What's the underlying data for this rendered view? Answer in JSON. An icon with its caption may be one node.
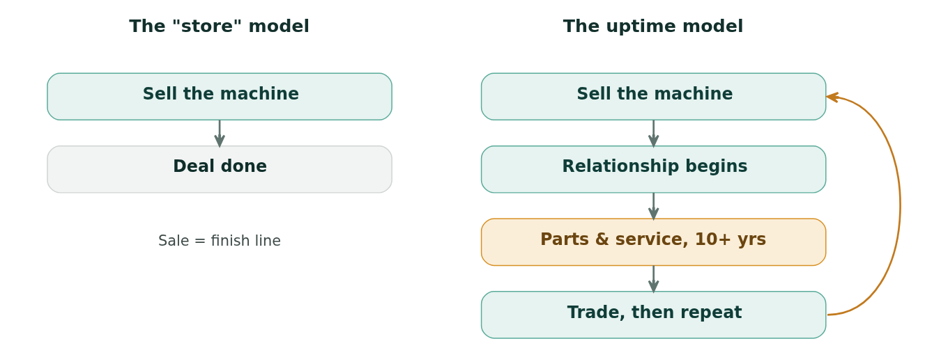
{
  "diagram": {
    "nodes": [
      {
        "text": [
          "Sell the machine"
        ]
      },
      {
        "text": [
          "Deal done"
        ]
      },
      {
        "text": [
          "Sell the machine"
        ]
      },
      {
        "text": [
          "Relationship begins"
        ]
      },
      {
        "text": [
          "Parts & service, 10+ yrs"
        ]
      },
      {
        "text": [
          "Trade, then repeat"
        ]
      }
    ],
    "edges": [
      {
        "from": 0,
        "to": 1,
        "arrow": "to"
      },
      {
        "from": 2,
        "to": 3,
        "arrow": "to"
      },
      {
        "from": 3,
        "to": 4,
        "arrow": "to"
      },
      {
        "from": 4,
        "to": 5,
        "arrow": "to"
      },
      {
        "from": 5,
        "to": 2,
        "arrow": "to",
        "color": "#c27a1e"
      }
    ],
    "labels": [
      "The \"store\" model",
      "The uptime model",
      "Sale = finish line"
    ]
  }
}
